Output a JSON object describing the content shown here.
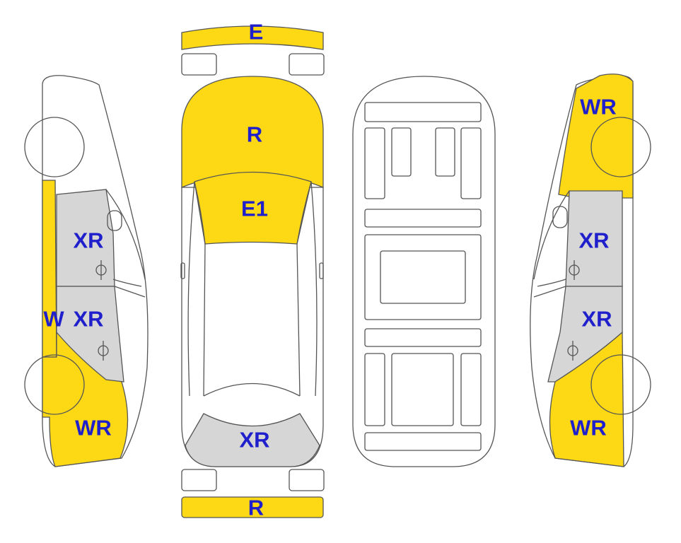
{
  "colors": {
    "yellow": "#FDD915",
    "gray": "#D6D6D6",
    "label": "#1F1FCC",
    "outline": "#555555"
  },
  "labels": {
    "front_bumper": "E",
    "hood": "R",
    "windshield": "E1",
    "rear_window": "XR",
    "rear_bumper": "R",
    "left_front_door": "XR",
    "left_rear_door": "XR",
    "left_rocker": "W",
    "left_rear_fender": "WR",
    "right_front_fender": "WR",
    "right_front_door": "XR",
    "right_rear_door": "XR",
    "right_rear_fender": "WR"
  }
}
